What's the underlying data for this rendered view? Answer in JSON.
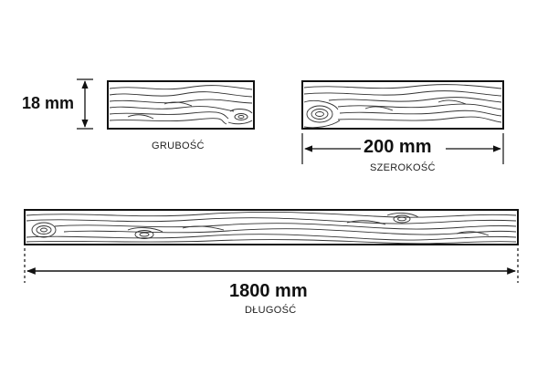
{
  "thickness": {
    "value": "18 mm",
    "caption": "GRUBOŚĆ"
  },
  "width": {
    "value": "200 mm",
    "caption": "SZEROKOŚĆ"
  },
  "length": {
    "value": "1800 mm",
    "caption": "DŁUGOŚĆ"
  },
  "colors": {
    "ink": "#111111",
    "background": "#ffffff"
  }
}
